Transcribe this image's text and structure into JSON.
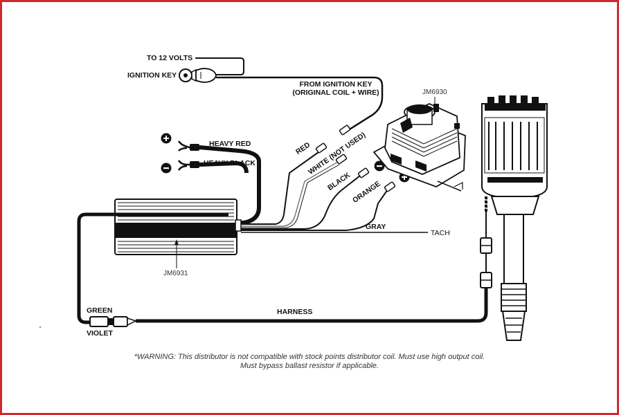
{
  "colors": {
    "frame": "#d0282e",
    "wire": "#111111",
    "background": "#ffffff"
  },
  "labels": {
    "to_12_volts": "TO 12 VOLTS",
    "ignition_key": "IGNITION KEY",
    "from_ignition_key_line1": "FROM IGNITION KEY",
    "from_ignition_key_line2": "(ORIGINAL COIL + WIRE)",
    "heavy_red": "HEAVY RED",
    "heavy_black": "HEAVY BLACK",
    "red": "RED",
    "white": "WHITE (NOT USED)",
    "black": "BLACK",
    "orange": "ORANGE",
    "gray": "GRAY",
    "tach": "TACH",
    "green": "GREEN",
    "violet": "VIOLET",
    "harness": "HARNESS",
    "ignition_box_part": "JM6931",
    "coil_part": "JM6930",
    "plus_symbol": "+",
    "minus_symbol": "−"
  },
  "warning": {
    "line1": "*WARNING: This distributor is not compatible with stock points distributor coil. Must use high output coil.",
    "line2": "Must bypass ballast resistor if applicable."
  },
  "icons": [
    "key-icon",
    "plus-terminal-icon",
    "minus-terminal-icon",
    "spade-connector-icon",
    "ignition-coil-icon",
    "ignition-box-icon",
    "distributor-icon"
  ]
}
